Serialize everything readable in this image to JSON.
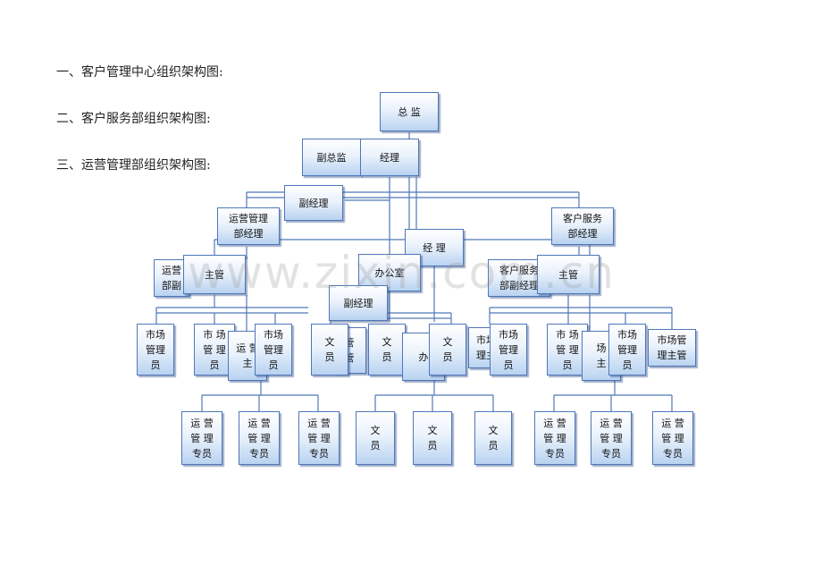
{
  "headings": [
    "一、客户管理中心组织架构图:",
    "二、客户服务部组织架构图:",
    "三、运营管理部组织架构图:"
  ],
  "watermark": "www.zixin.com.cn",
  "nodes": {
    "director": "总 监",
    "deputy_director": "副总监",
    "manager_top": "经理",
    "deputy_manager_top": "副经理",
    "ops_manager": "运营管理\n部经理",
    "cs_manager": "客户服务\n部经理",
    "office_manager": "经 理",
    "ops_deputy": "运营\n部副",
    "ops_supervisor": "主管",
    "office": "办公室",
    "office_deputy": "副经理",
    "cs_deputy": "客户服务\n部副经理",
    "cs_supervisor": "主管",
    "market_a1": "市场\n管理\n员",
    "market_a2": "市 场\n管 理\n员",
    "ops_hidden": "运 营\n主",
    "market_a3": "市场\n管理\n员",
    "clerk_1": "文\n员",
    "hidden_guan": "管\n管",
    "clerk_2": "文\n员",
    "office_hidden": "办",
    "clerk_3": "文\n员",
    "market_hidden": "市场\n理主",
    "market_b1": "市场\n管理\n员",
    "market_b2": "市 场\n管 理\n员",
    "cs_hidden": "场\n主",
    "market_b3": "市场\n管理\n员",
    "market_supervisor": "市场管\n理主管",
    "ops_staff_1": "运 营\n管 理\n专员",
    "ops_staff_2": "运 营\n管 理\n专员",
    "ops_staff_3": "运 营\n管 理\n专员",
    "clerk_4": "文\n员",
    "clerk_5": "文\n员",
    "clerk_6": "文\n员",
    "cs_staff_1": "运 营\n管 理\n专员",
    "cs_staff_2": "运 营\n管 理\n专员",
    "cs_staff_3": "运 营\n管 理\n专员"
  },
  "colors": {
    "line": "#4f77b8",
    "box_border": "#4f77b8",
    "box_fill_bottom": "#b9d3f1"
  }
}
